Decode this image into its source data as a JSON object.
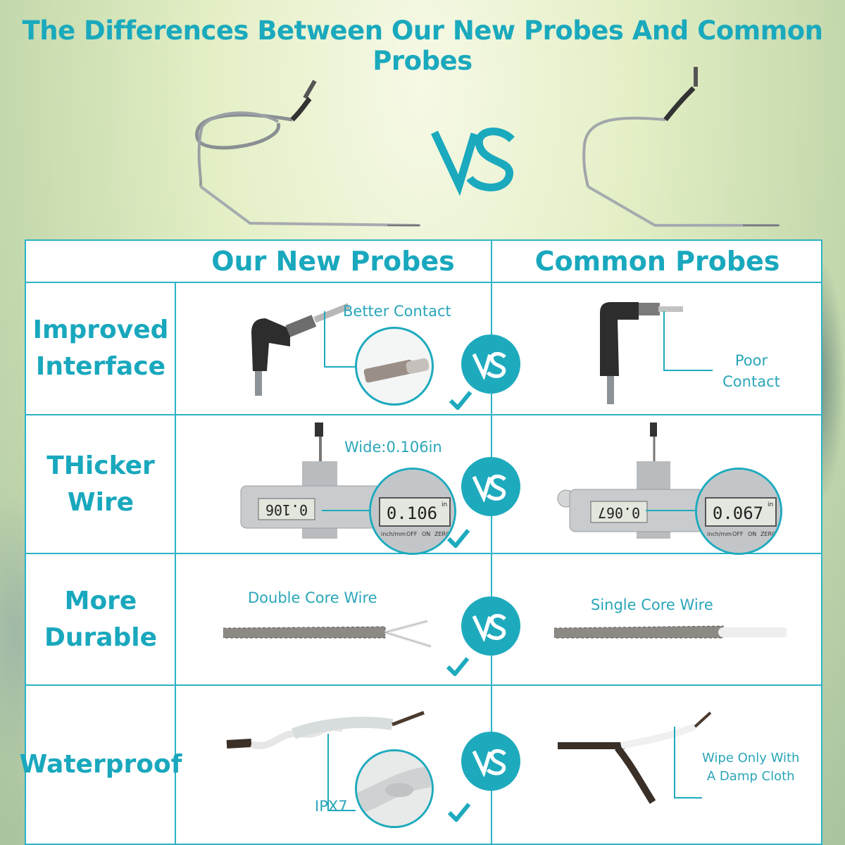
{
  "title": "The Differences Between Our New Probes And Common Probes",
  "hero": {
    "vs_text": "VS"
  },
  "columns": {
    "new": "Our New Probes",
    "common": "Common Probes"
  },
  "rows": [
    {
      "label_line1": "Improved",
      "label_line2": "Interface",
      "new_caption": "Better Contact",
      "common_caption_line1": "Poor",
      "common_caption_line2": "Contact"
    },
    {
      "label_line1": "THicker",
      "label_line2": "Wire",
      "new_caption": "Wide:0.106in",
      "new_reading": "0.106",
      "new_reading_unit": "in",
      "new_small_reading": "0.106",
      "common_reading": "0.067",
      "common_reading_unit": "in",
      "common_small_reading": "0.067",
      "caliper_buttons": [
        "inch/mm",
        "OFF",
        "ON",
        "ZERO"
      ]
    },
    {
      "label_line1": "More",
      "label_line2": "Durable",
      "new_caption": "Double Core Wire",
      "common_caption": "Single Core Wire"
    },
    {
      "label_line1": "Waterproof",
      "label_line2": "",
      "new_caption": "IPX7",
      "common_caption_line1": "Wipe Only With",
      "common_caption_line2": "A Damp Cloth"
    }
  ],
  "vs_badge_text": "VS",
  "colors": {
    "accent": "#1eaabd",
    "title": "#1aa9bd",
    "border": "#2cb3c6"
  },
  "icons": [
    "vs-badge-icon",
    "check-icon"
  ]
}
